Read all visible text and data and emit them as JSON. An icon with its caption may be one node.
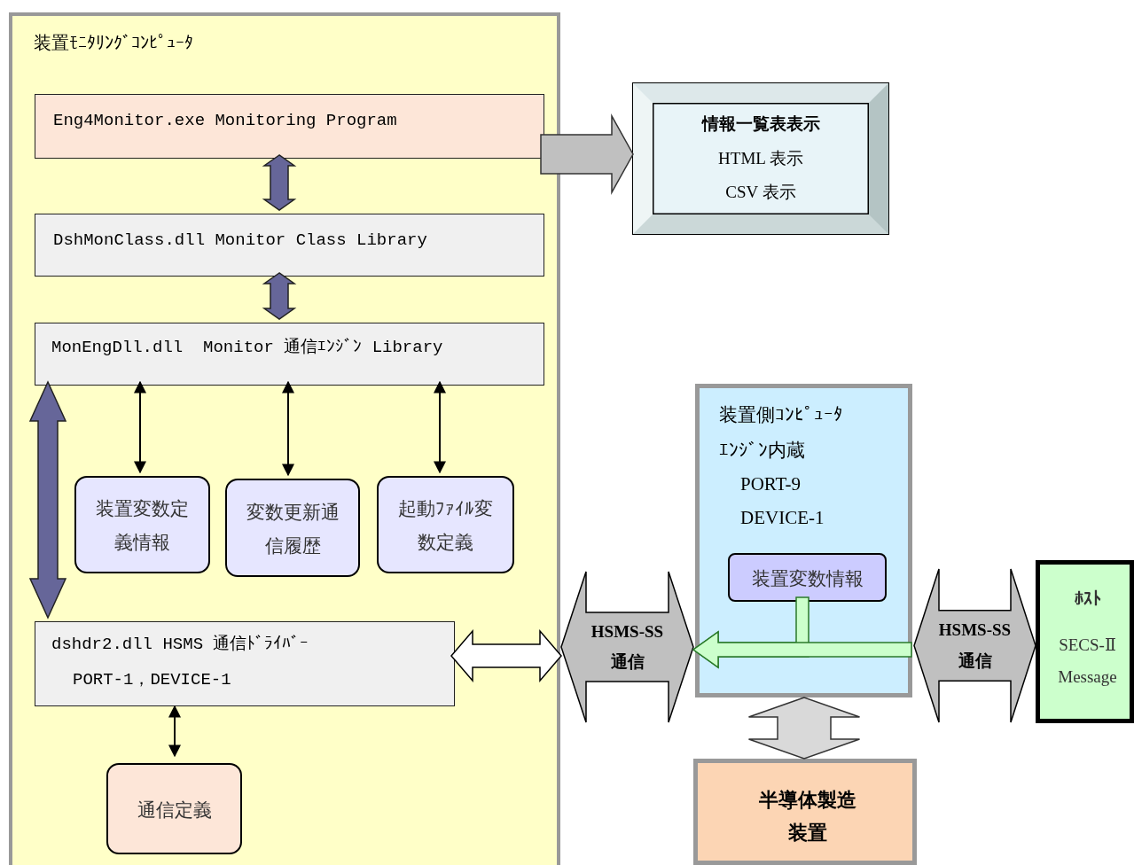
{
  "diagram": {
    "nodes": [
      {
        "text": [
          "装置ﾓﾆﾀﾘﾝｸﾞｺﾝﾋﾟｭｰﾀ"
        ]
      },
      {
        "text": [
          "Eng4Monitor.exe Monitoring Program"
        ],
        "in": 0
      },
      {
        "text": [
          "DshMonClass.dll Monitor Class Library"
        ],
        "in": 0
      },
      {
        "text": [
          "MonEngDll.dll  Monitor 通信ｴﾝｼﾞﾝ Library"
        ],
        "in": 0
      },
      {
        "text": [
          "装置変数定義情報"
        ],
        "in": 0
      },
      {
        "text": [
          "変数更新通信履歴"
        ],
        "in": 0
      },
      {
        "text": [
          "起動ﾌｧｲﾙ変数定義"
        ],
        "in": 0
      },
      {
        "text": [
          "dshdr2.dll HSMS 通信ﾄﾞﾗｲﾊﾞｰ",
          "PORT-1，DEVICE-1"
        ],
        "in": 0
      },
      {
        "text": [
          "通信定義"
        ],
        "in": 0
      },
      {
        "text": [
          "情報一覧表表示",
          "HTML 表示",
          "CSV 表示"
        ]
      },
      {
        "text": [
          "HSMS-SS 通信"
        ]
      },
      {
        "text": [
          "装置側ｺﾝﾋﾟｭｰﾀ",
          "ｴﾝｼﾞﾝ内蔵",
          "PORT-9",
          "DEVICE-1"
        ]
      },
      {
        "text": [
          "装置変数情報"
        ],
        "in": 11
      },
      {
        "text": [
          "HSMS-SS 通信"
        ]
      },
      {
        "text": [
          "ﾎｽﾄ",
          "SECS-Ⅱ Message"
        ]
      },
      {
        "text": [
          "半導体製造装置"
        ]
      }
    ],
    "edges": [
      {
        "from": 1,
        "to": 9,
        "arrow": "to",
        "style": "thick",
        "color": "#c0c0c0"
      },
      {
        "from": 1,
        "to": 2,
        "arrow": "both",
        "style": "thick",
        "color": "#666699"
      },
      {
        "from": 2,
        "to": 3,
        "arrow": "both",
        "style": "thick",
        "color": "#666699"
      },
      {
        "from": 3,
        "to": 4,
        "arrow": "both"
      },
      {
        "from": 3,
        "to": 5,
        "arrow": "both"
      },
      {
        "from": 3,
        "to": 6,
        "arrow": "both"
      },
      {
        "from": 3,
        "to": 7,
        "arrow": "both",
        "style": "thick",
        "color": "#666699"
      },
      {
        "from": 7,
        "to": 8,
        "arrow": "both"
      },
      {
        "from": 7,
        "to": 10,
        "arrow": "both",
        "style": "thick",
        "color": "#ffffff"
      },
      {
        "from": 12,
        "to": 10,
        "arrow": "to",
        "style": "thick",
        "color": "#ccffcc"
      },
      {
        "from": 13,
        "to": 10,
        "arrow": "to",
        "style": "thick",
        "color": "#ccffcc"
      },
      {
        "from": 11,
        "to": 15,
        "arrow": "both",
        "style": "thick",
        "color": "#d9d9d9"
      }
    ]
  }
}
